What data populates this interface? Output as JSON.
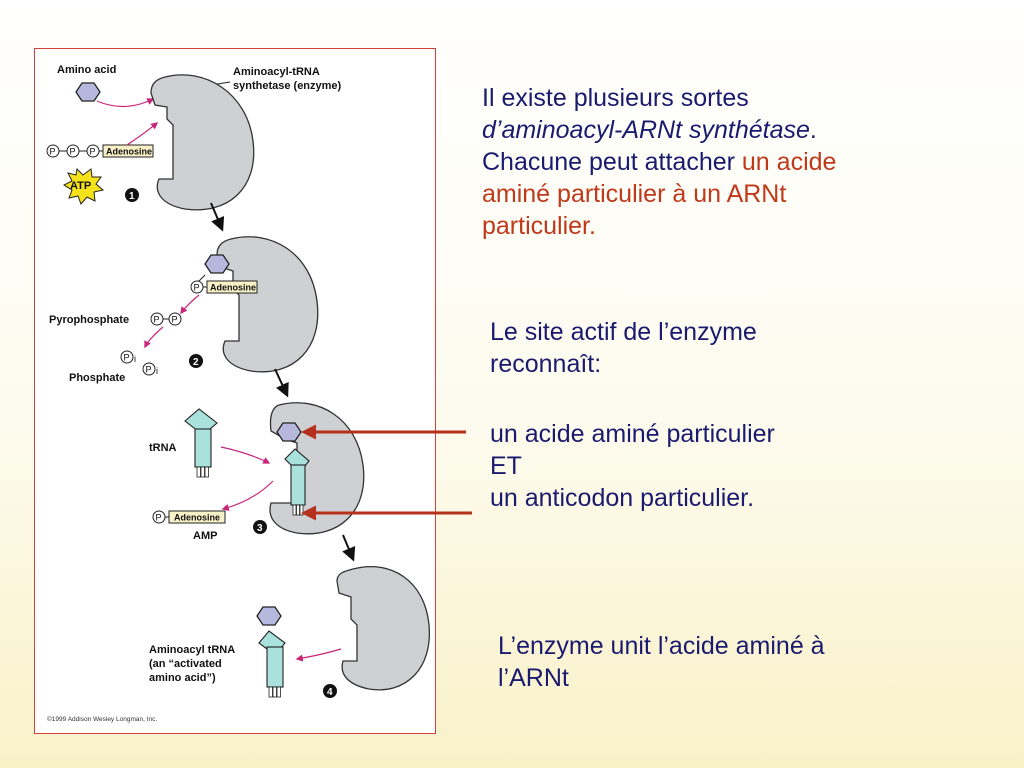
{
  "figure": {
    "labels": {
      "amino_acid": "Amino acid",
      "enzyme_line1": "Aminoacyl-tRNA",
      "enzyme_line2": "synthetase (enzyme)",
      "adenosine": "Adenosine",
      "atp": "ATP",
      "pyrophosphate": "Pyrophosphate",
      "phosphate": "Phosphate",
      "trna": "tRNA",
      "amp": "AMP",
      "aminoacyl_line1": "Aminoacyl tRNA",
      "aminoacyl_line2": "(an “activated",
      "aminoacyl_line3": "amino acid”)",
      "phosphate_symbol": "P",
      "inorganic_sub": "i",
      "copyright": "©1999 Addison Wesley Longman, Inc."
    },
    "steps": [
      "1",
      "2",
      "3",
      "4"
    ]
  },
  "text": {
    "p1_line1": "Il existe plusieurs sortes",
    "p1_line2_italic": "d’aminoacyl-ARNt synthétase",
    "p1_line2_end": ".",
    "p1_line3_start": "Chacune peut attacher ",
    "p1_line3_red": "un acide",
    "p1_line4_red": "aminé particulier à un ARNt",
    "p1_line5_red": "particulier.",
    "p2_line1": "Le site actif de l’enzyme",
    "p2_line2": "reconnaît:",
    "p3_line1": "un acide aminé particulier",
    "p3_line2": "ET",
    "p3_line3": "un anticodon particulier.",
    "p4_line1": "L’enzyme unit l’acide aminé à",
    "p4_line2": "l’ARNt"
  },
  "colors": {
    "text": "#1a1a6e",
    "highlight": "#c0391a",
    "arrow": "#b5311b",
    "frame": "#d0413a",
    "enzyme_fill": "#cfd0d3",
    "trna_fill": "#a9e1dc",
    "amino_fill": "#b7b8de",
    "atp_fill": "#f6e21b",
    "adenosine_fill": "#f8f1c8",
    "pointer_arrow": "#c8267a"
  }
}
